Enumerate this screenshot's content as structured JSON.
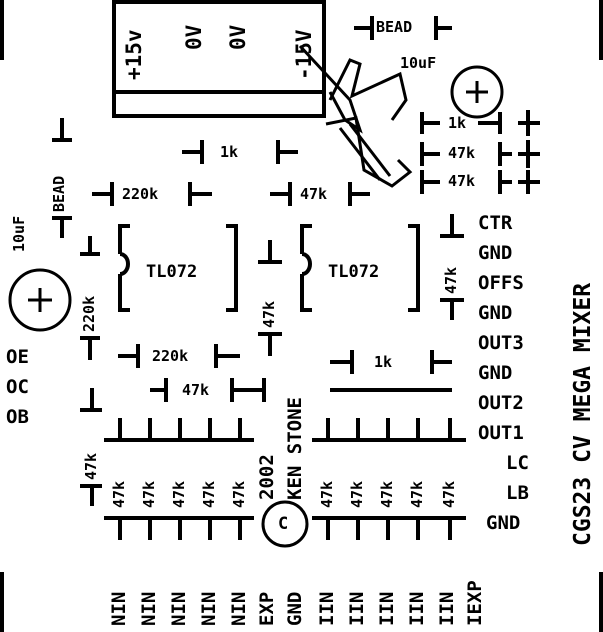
{
  "title": "CGS23 CV MEGA MIXER",
  "credit": {
    "year": "2002",
    "author": "KEN STONE",
    "copyright_symbol": "C"
  },
  "power_header": {
    "pins": [
      "+15v",
      "0V",
      "0V",
      "-15V"
    ]
  },
  "components": {
    "bead_top": "BEAD",
    "bead_left": "BEAD",
    "cap_top": "10uF",
    "cap_left": "10uF",
    "r_1k_top_a": "1k",
    "r_1k_top_b": "1k",
    "r_47k_right_a": "47k",
    "r_47k_right_b": "47k",
    "r_220k_a": "220k",
    "r_47k_mid": "47k",
    "tl072_left": "TL072",
    "tl072_right": "TL072",
    "r_220k_vert": "220k",
    "r_47k_vert_a": "47k",
    "r_47k_vert_b": "47k",
    "r_220k_b": "220k",
    "r_47k_lower": "47k",
    "r_1k_lower": "1k",
    "r_47k_far_left": "47k",
    "nin_resistors": [
      "47k",
      "47k",
      "47k",
      "47k",
      "47k"
    ],
    "iin_resistors": [
      "47k",
      "47k",
      "47k",
      "47k",
      "47k"
    ]
  },
  "right_pads": [
    "CTR",
    "GND",
    "OFFS",
    "GND",
    "OUT3",
    "GND",
    "OUT2",
    "OUT1",
    "LC",
    "LB",
    "GND"
  ],
  "left_pads": [
    "OE",
    "OC",
    "OB"
  ],
  "bottom_pads": [
    "NIN",
    "NIN",
    "NIN",
    "NIN",
    "NIN",
    "EXP",
    "GND",
    "IIN",
    "IIN",
    "IIN",
    "IIN",
    "IIN",
    "IEXP"
  ]
}
